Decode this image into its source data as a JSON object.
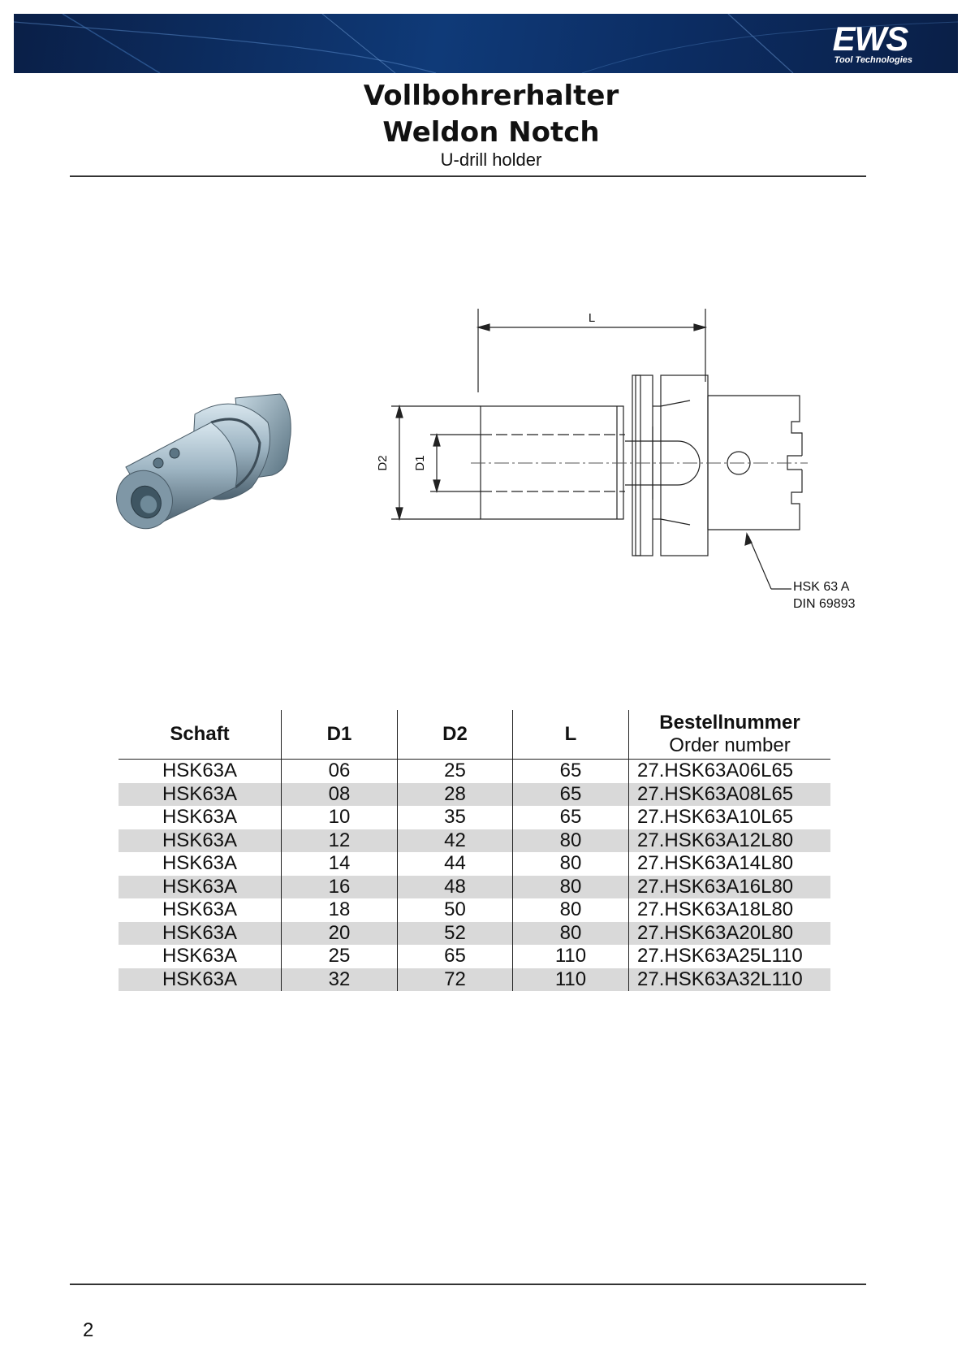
{
  "header": {
    "logo_text": "EWS",
    "logo_subtext": "Tool Technologies"
  },
  "title": {
    "line1": "Vollbohrerhalter",
    "line2": "Weldon Notch",
    "subtitle": "U-drill holder"
  },
  "drawing": {
    "dim_L": "L",
    "dim_D2": "D2",
    "dim_D1": "D1",
    "note_line1": "HSK 63 A",
    "note_line2": "DIN 69893"
  },
  "table": {
    "headers": {
      "schaft": "Schaft",
      "d1": "D1",
      "d2": "D2",
      "l": "L",
      "order_de": "Bestellnummer",
      "order_en": "Order number"
    },
    "rows": [
      {
        "schaft": "HSK63A",
        "d1": "06",
        "d2": "25",
        "l": "65",
        "order": "27.HSK63A06L65"
      },
      {
        "schaft": "HSK63A",
        "d1": "08",
        "d2": "28",
        "l": "65",
        "order": "27.HSK63A08L65"
      },
      {
        "schaft": "HSK63A",
        "d1": "10",
        "d2": "35",
        "l": "65",
        "order": "27.HSK63A10L65"
      },
      {
        "schaft": "HSK63A",
        "d1": "12",
        "d2": "42",
        "l": "80",
        "order": "27.HSK63A12L80"
      },
      {
        "schaft": "HSK63A",
        "d1": "14",
        "d2": "44",
        "l": "80",
        "order": "27.HSK63A14L80"
      },
      {
        "schaft": "HSK63A",
        "d1": "16",
        "d2": "48",
        "l": "80",
        "order": "27.HSK63A16L80"
      },
      {
        "schaft": "HSK63A",
        "d1": "18",
        "d2": "50",
        "l": "80",
        "order": "27.HSK63A18L80"
      },
      {
        "schaft": "HSK63A",
        "d1": "20",
        "d2": "52",
        "l": "80",
        "order": "27.HSK63A20L80"
      },
      {
        "schaft": "HSK63A",
        "d1": "25",
        "d2": "65",
        "l": "110",
        "order": "27.HSK63A25L110"
      },
      {
        "schaft": "HSK63A",
        "d1": "32",
        "d2": "72",
        "l": "110",
        "order": "27.HSK63A32L110"
      }
    ]
  },
  "footer": {
    "page_number": "2"
  }
}
